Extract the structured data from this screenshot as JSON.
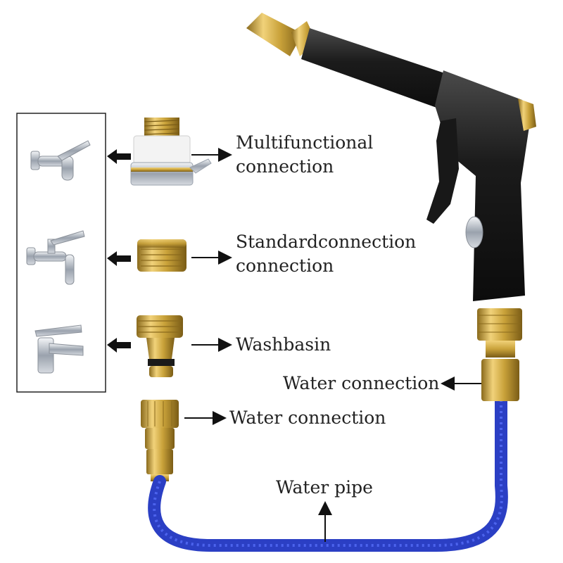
{
  "labels": {
    "multifunctional_line1": "Multifunctional",
    "multifunctional_line2": "connection",
    "standard_line1": "Standardconnection",
    "standard_line2": "connection",
    "washbasin": "Washbasin",
    "water_connection_right": "Water connection",
    "water_connection_left": "Water connection",
    "water_pipe": "Water pipe"
  },
  "colors": {
    "brass": "#c9a23a",
    "brass_dark": "#8a6a1c",
    "gun_body": "#1b1b1b",
    "hose": "#2b3fc4",
    "chrome": "#c9ced6",
    "arrow": "#111111"
  },
  "icons": [
    "wall-faucet-icon",
    "tap-faucet-icon",
    "basin-faucet-icon"
  ]
}
